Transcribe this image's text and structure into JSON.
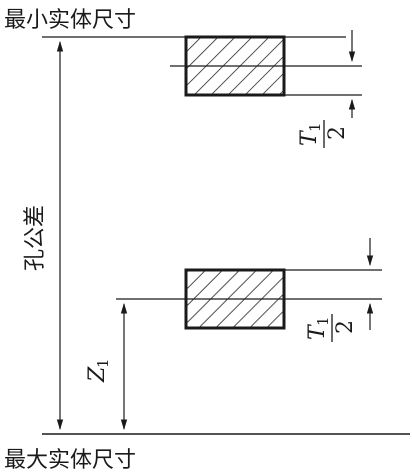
{
  "labels": {
    "top": "最小实体尺寸",
    "bottom": "最大实体尺寸",
    "vertical": "孔公差"
  },
  "dims": {
    "t_upper_num": "T",
    "t_upper_sub": "1",
    "t_upper_den": "2",
    "t_lower_num": "T",
    "t_lower_sub": "1",
    "t_lower_den": "2",
    "z_main": "Z",
    "z_sub": "1"
  }
}
